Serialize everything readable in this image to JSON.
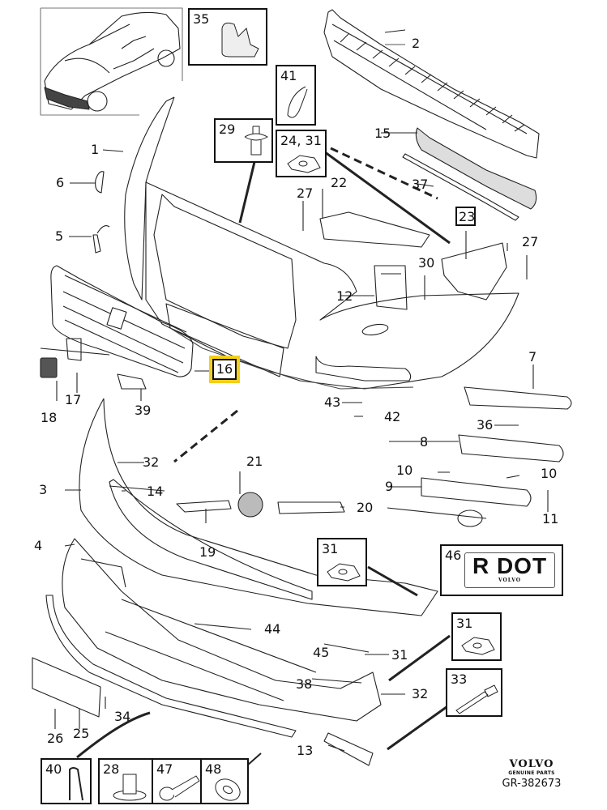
{
  "diagram": {
    "title": "Front bumper assembly exploded view",
    "highlight_color": "#f2cf1b",
    "callouts": {
      "c1": "1",
      "c2": "2",
      "c3": "3",
      "c4": "4",
      "c5": "5",
      "c6": "6",
      "c7": "7",
      "c8": "8",
      "c9": "9",
      "c10a": "10",
      "c10b": "10",
      "c11": "11",
      "c12": "12",
      "c13": "13",
      "c14": "14",
      "c15": "15",
      "c17": "17",
      "c18": "18",
      "c19": "19",
      "c20": "20",
      "c21": "21",
      "c22": "22",
      "c25": "25",
      "c26": "26",
      "c27a": "27",
      "c27b": "27",
      "c30": "30",
      "c31a": "31",
      "c32a": "32",
      "c32b": "32",
      "c34": "34",
      "c36": "36",
      "c37": "37",
      "c38": "38",
      "c39": "39",
      "c42": "42",
      "c43": "43",
      "c44": "44",
      "c45": "45"
    },
    "highlighted": {
      "label": "16"
    },
    "boxes": {
      "b35": "35",
      "b41": "41",
      "b29": "29",
      "b24_31": "24, 31",
      "b23": "23",
      "b31_mid": "31",
      "b46": "46",
      "b31_low": "31",
      "b33": "33",
      "b40": "40",
      "b28": "28",
      "b47": "47",
      "b48": "48"
    },
    "rdot": {
      "main": "R DOT",
      "sub": "VOLVO"
    },
    "brand": {
      "logo": "VOLVO",
      "subtitle": "GENUINE PARTS",
      "code": "GR-382673"
    }
  }
}
